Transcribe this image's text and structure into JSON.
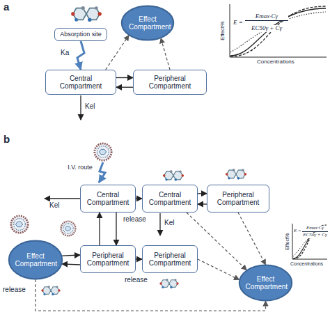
{
  "diagram": {
    "nodes": [
      {
        "text": [
          "Absorption site"
        ]
      },
      {
        "text": [
          "Effect Compartment"
        ]
      },
      {
        "text": [
          "Central Compartment"
        ]
      },
      {
        "text": [
          "Peripheral Compartment"
        ]
      },
      {
        "text": [
          "Central Compartment"
        ]
      },
      {
        "text": [
          "Central Compartment"
        ]
      },
      {
        "text": [
          "Peripheral Compartment"
        ]
      },
      {
        "text": [
          "Effect Compartment"
        ]
      },
      {
        "text": [
          "Peripheral Compartment"
        ]
      },
      {
        "text": [
          "Peripheral Compartment"
        ]
      },
      {
        "text": [
          "Effect Compartment"
        ]
      }
    ],
    "edges": [
      {
        "from": 0,
        "to": 2,
        "arrow": "to",
        "label": "Ka"
      },
      {
        "from": 2,
        "to": 1,
        "arrow": "to"
      },
      {
        "from": 2,
        "to": 3,
        "arrow": "to"
      },
      {
        "from": 3,
        "to": 2,
        "arrow": "to"
      },
      {
        "from": 3,
        "to": 1,
        "arrow": "to"
      },
      {
        "from": 4,
        "to": 5,
        "arrow": "to",
        "label": "release"
      },
      {
        "from": 5,
        "to": 6,
        "arrow": "to"
      },
      {
        "from": 6,
        "to": 5,
        "arrow": "to"
      },
      {
        "from": 4,
        "to": 8,
        "arrow": "to"
      },
      {
        "from": 8,
        "to": 4,
        "arrow": "to"
      },
      {
        "from": 7,
        "to": 8,
        "arrow": "to"
      },
      {
        "from": 8,
        "to": 7,
        "arrow": "to"
      },
      {
        "from": 8,
        "to": 9,
        "arrow": "to",
        "label": "release"
      },
      {
        "from": 5,
        "to": 10,
        "arrow": "to"
      },
      {
        "from": 6,
        "to": 10,
        "arrow": "to"
      },
      {
        "from": 9,
        "to": 10,
        "arrow": "to"
      },
      {
        "from": 7,
        "to": 10,
        "arrow": "to",
        "label": "release"
      }
    ],
    "labels": [
      "a",
      "Kel",
      "E =",
      "Emax·Cγ",
      "EC50γ + Cγ",
      "Effect%",
      "Concentrations",
      "b",
      "I.V. route",
      "Kel",
      "Kel",
      "E =",
      "Emax·Cγ",
      "EC50γ + Cγ",
      "Effect%",
      "Concentrations"
    ]
  }
}
